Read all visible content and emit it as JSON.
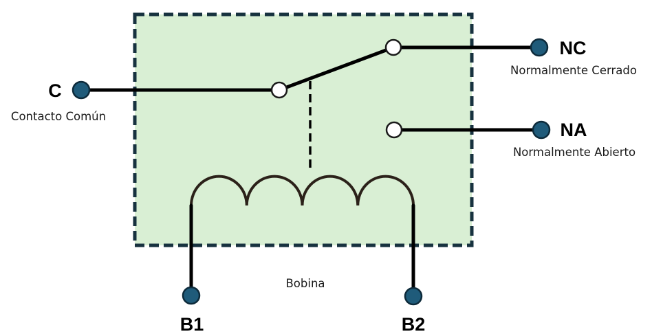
{
  "colors": {
    "housing_fill": "#d9efd4",
    "housing_border": "#17323f",
    "terminal_fill": "#1f5b7a",
    "wire": "#000000",
    "coil": "#2b2119"
  },
  "terminals": {
    "common": {
      "label": "C",
      "description": "Contacto Común"
    },
    "normally_closed": {
      "label": "NC",
      "description": "Normalmente Cerrado"
    },
    "normally_open": {
      "label": "NA",
      "description": "Normalmente Abierto"
    },
    "coil_1": {
      "label": "B1"
    },
    "coil_2": {
      "label": "B2"
    }
  },
  "coil": {
    "label": "Bobina",
    "loops": 4
  }
}
